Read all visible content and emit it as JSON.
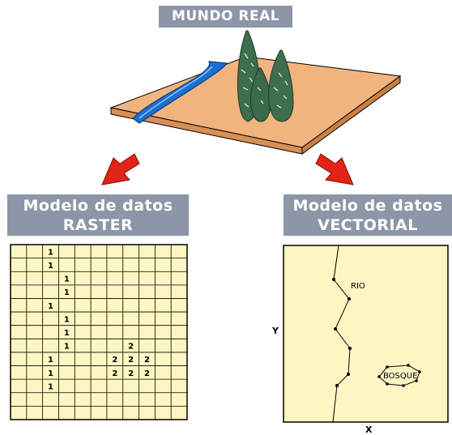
{
  "title": "MUNDO REAL",
  "raster": {
    "line1": "Modelo de datos",
    "line2": "RASTER",
    "rows": 13,
    "cols": 11,
    "cells": [
      {
        "r": 0,
        "c": 2,
        "v": "1"
      },
      {
        "r": 1,
        "c": 2,
        "v": "1"
      },
      {
        "r": 2,
        "c": 3,
        "v": "1"
      },
      {
        "r": 3,
        "c": 3,
        "v": "1"
      },
      {
        "r": 4,
        "c": 2,
        "v": "1"
      },
      {
        "r": 5,
        "c": 3,
        "v": "1"
      },
      {
        "r": 6,
        "c": 3,
        "v": "1"
      },
      {
        "r": 7,
        "c": 3,
        "v": "1"
      },
      {
        "r": 7,
        "c": 7,
        "v": "2"
      },
      {
        "r": 8,
        "c": 2,
        "v": "1"
      },
      {
        "r": 8,
        "c": 6,
        "v": "2"
      },
      {
        "r": 8,
        "c": 7,
        "v": "2"
      },
      {
        "r": 8,
        "c": 8,
        "v": "2"
      },
      {
        "r": 9,
        "c": 2,
        "v": "1"
      },
      {
        "r": 9,
        "c": 6,
        "v": "2"
      },
      {
        "r": 9,
        "c": 7,
        "v": "2"
      },
      {
        "r": 9,
        "c": 8,
        "v": "2"
      },
      {
        "r": 10,
        "c": 2,
        "v": "1"
      }
    ]
  },
  "vector": {
    "line1": "Modelo de datos",
    "line2": "VECTORIAL",
    "river_label": "RIO",
    "forest_label": "BOSQUE",
    "y_label": "Y",
    "x_label": "X"
  },
  "colors": {
    "label_bg": "#8d96a7",
    "board_top": "#f2b47e",
    "board_side": "#d98f55",
    "river": "#1a6fd0",
    "tree": "#3d6e4e",
    "arrow": "#e02418",
    "vector_bg": "#fdf6c3"
  }
}
